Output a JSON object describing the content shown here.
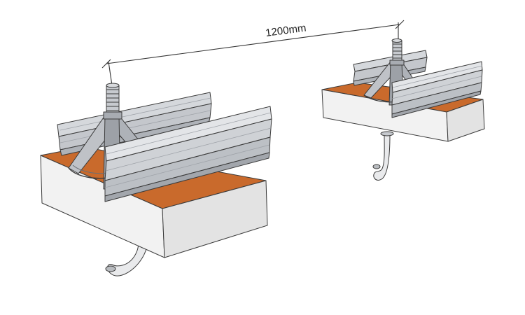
{
  "dimension": {
    "label": "1200mm"
  },
  "colors": {
    "background": "#ffffff",
    "block_white": "#f2f2f2",
    "block_side": "#e6e6e6",
    "block_top_wood": "#c96a2c",
    "metal_light": "#e3e5e8",
    "metal_mid": "#bfc2c7",
    "metal_dark": "#8c9096",
    "hook": "#e9eaec",
    "outline": "#3a3a3a",
    "dim_line": "#333333"
  },
  "components": [
    "left-assembly",
    "right-assembly",
    "dimension-line"
  ]
}
